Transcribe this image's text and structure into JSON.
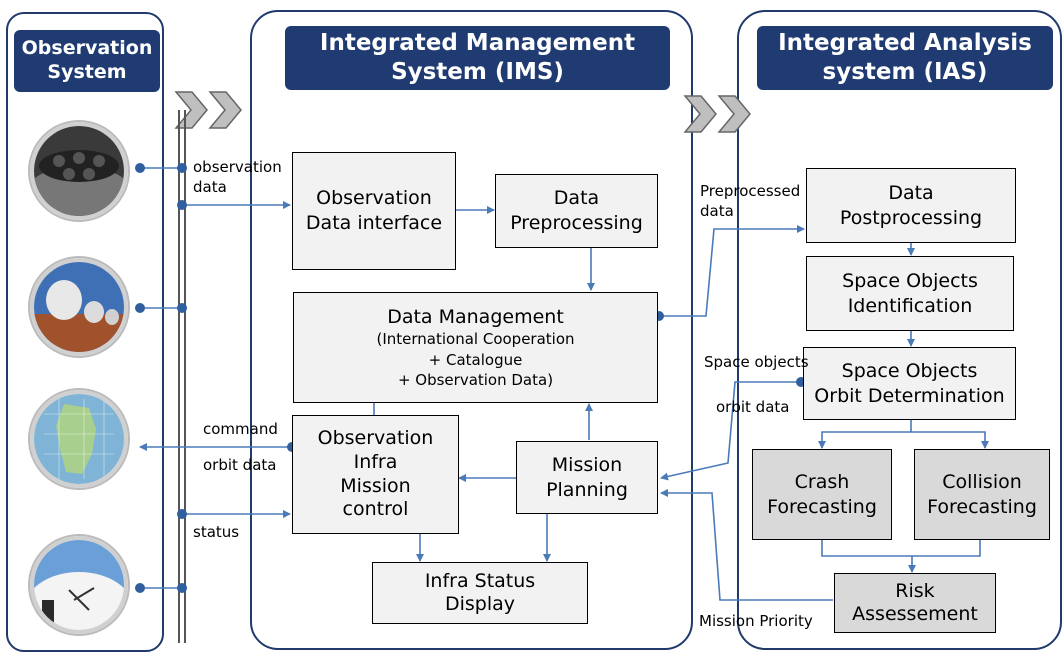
{
  "panels": {
    "observation_system": "Observation\nSystem",
    "ims": "Integrated Management\nSystem (IMS)",
    "ias": "Integrated Analysis\nsystem (IAS)"
  },
  "boxes": {
    "obs_data_interface": "Observation\nData interface",
    "data_preprocessing": "Data\nPreprocessing",
    "data_management_title": "Data Management",
    "data_management_sub": "(International Cooperation\n+ Catalogue\n+ Observation Data)",
    "obs_infra_mission_control": "Observation\nInfra\nMission\ncontrol",
    "mission_planning": "Mission\nPlanning",
    "infra_status_display": "Infra Status\nDisplay",
    "data_postprocessing": "Data\nPostprocessing",
    "space_objects_identification": "Space Objects\nIdentification",
    "space_objects_orbit_determination": "Space Objects\nOrbit Determination",
    "crash_forecasting": "Crash\nForecasting",
    "collision_forecasting": "Collision\nForecasting",
    "risk_assessment": "Risk\nAssessement"
  },
  "labels": {
    "observation_data": "observation\ndata",
    "command": "command",
    "orbit_data": "orbit data",
    "status": "status",
    "preprocessed_data": "Preprocessed\ndata",
    "space_objects": "Space objects",
    "orbit_data_ias": "orbit data",
    "mission_priority": "Mission Priority"
  },
  "colors": {
    "header_bg": "#1f3b71",
    "panel_border": "#1f3a6b",
    "arrow": "#4a7ab8",
    "box_light": "#f2f2f2",
    "box_dark": "#d9d9d9"
  },
  "icons": [
    "telescope-dome-photo",
    "radar-dish-photo",
    "korea-map-photo",
    "antenna-photo",
    "chevron-right-icon"
  ]
}
